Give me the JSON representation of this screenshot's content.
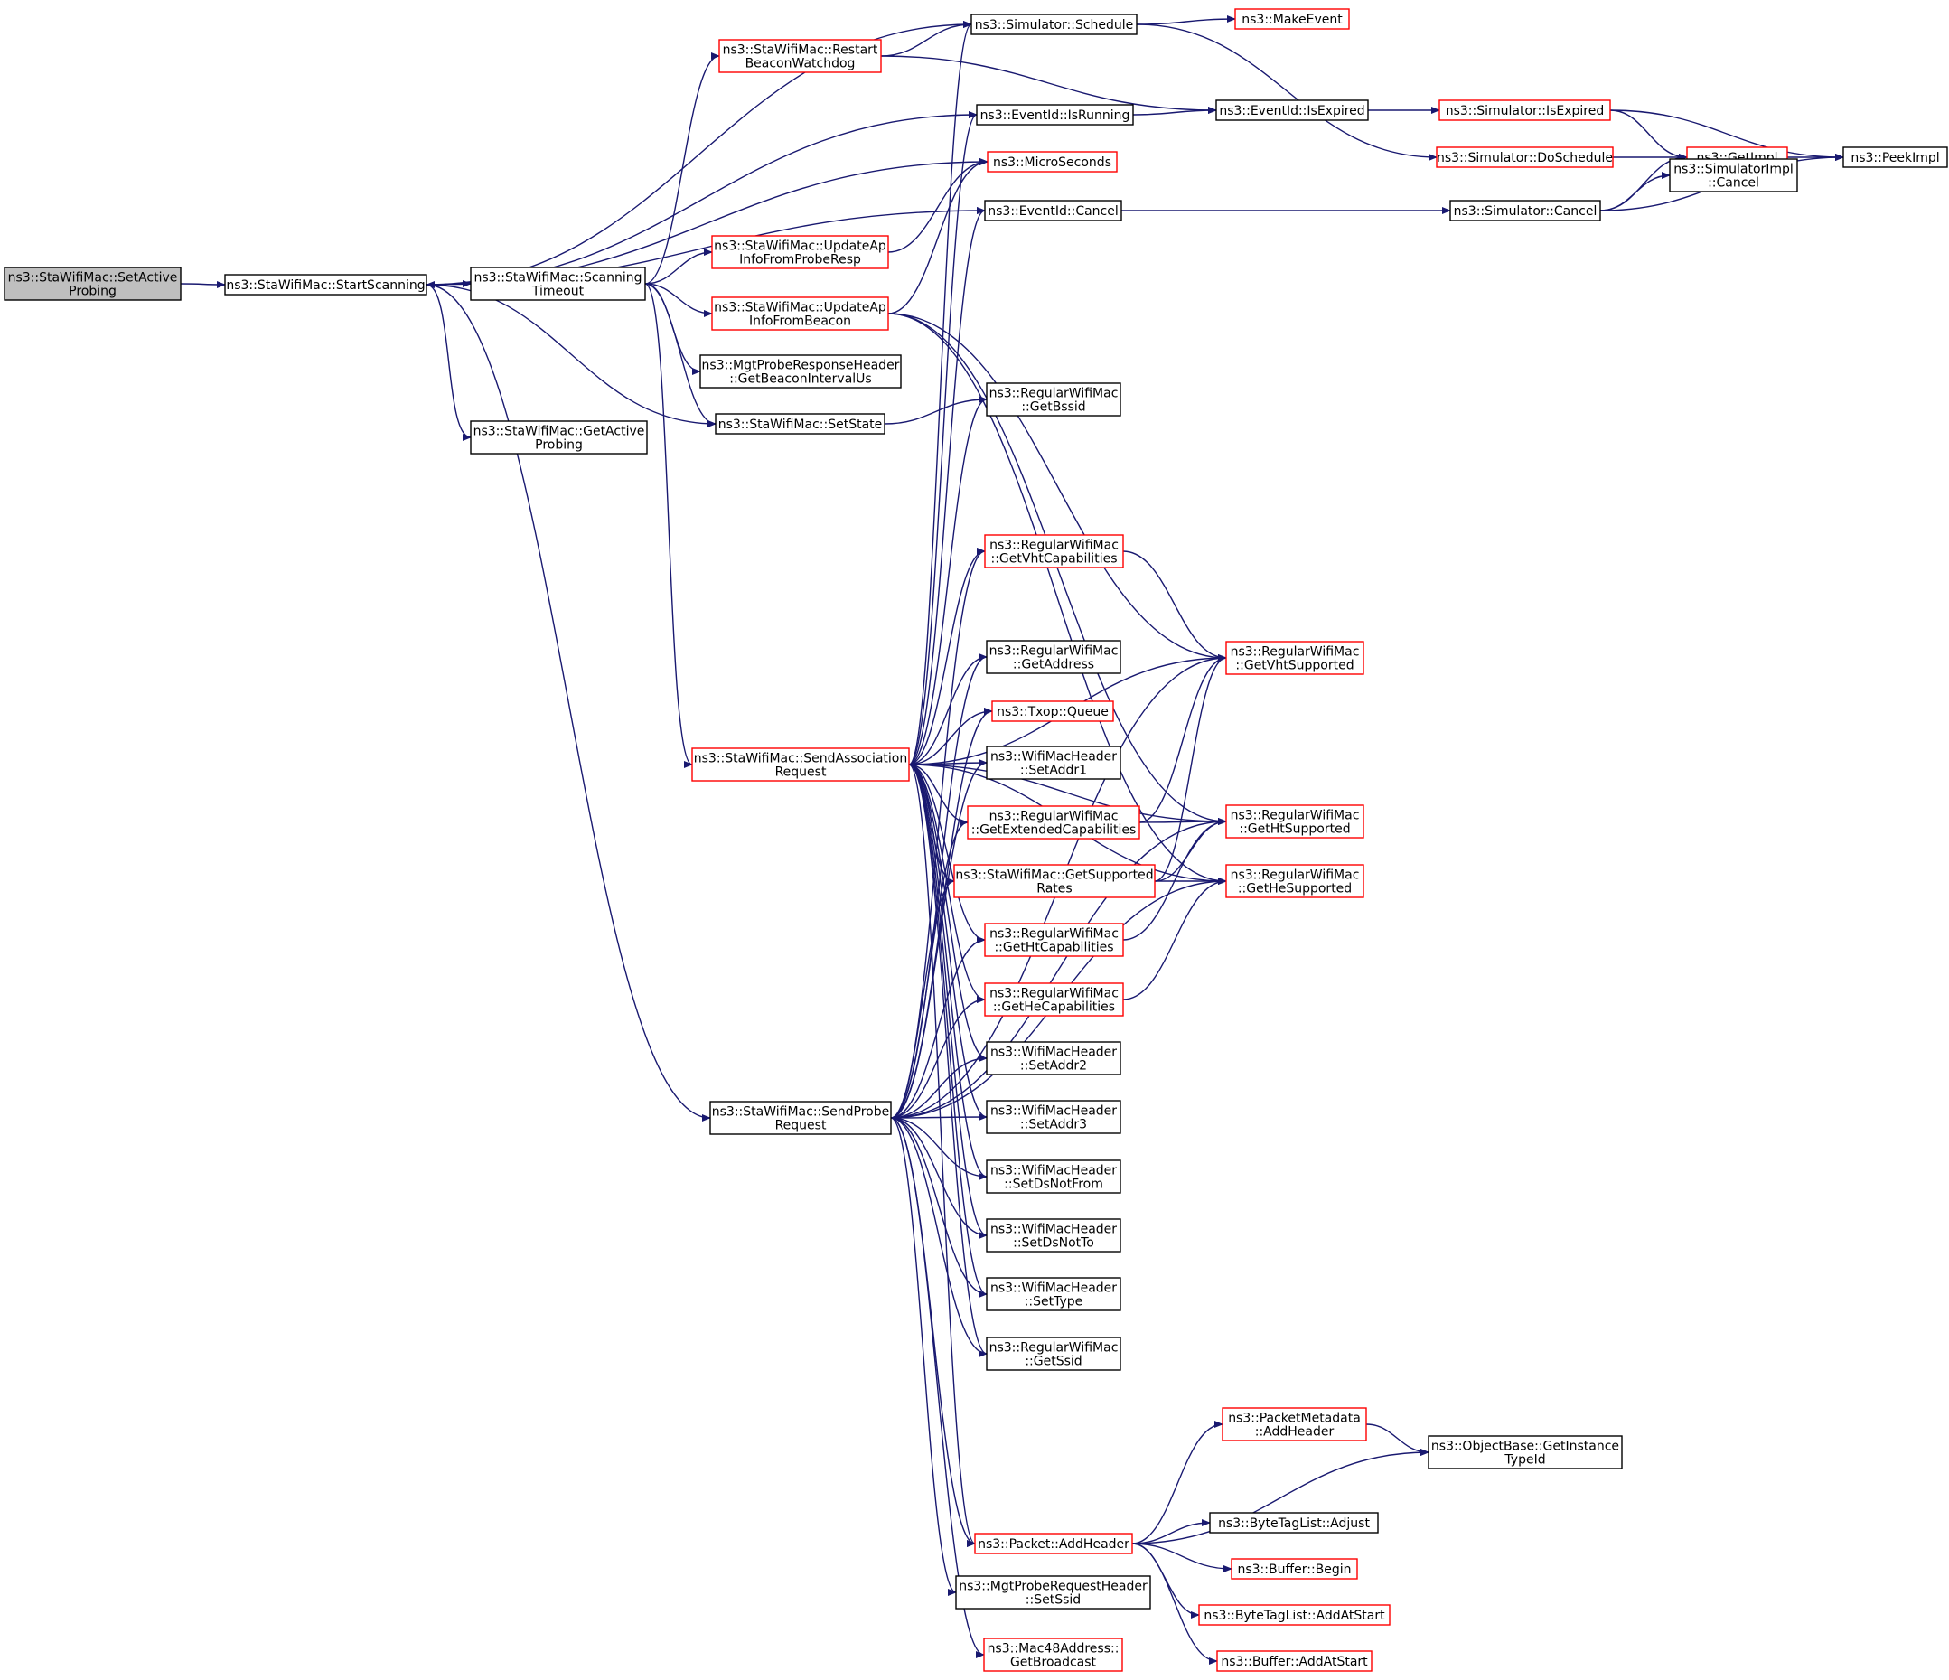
{
  "colors": {
    "edge": "#191970",
    "border_normal": "#000000",
    "border_truncated": "#ff0000",
    "fill_root": "#bfbfbf",
    "fill_node": "#ffffff"
  },
  "nodes": [
    {
      "id": "setActive",
      "lines": [
        "ns3::StaWifiMac::SetActive",
        "Probing"
      ],
      "style": "root"
    },
    {
      "id": "startScanning",
      "lines": [
        "ns3::StaWifiMac::StartScanning"
      ],
      "style": "normal"
    },
    {
      "id": "scanningTimeout",
      "lines": [
        "ns3::StaWifiMac::Scanning",
        "Timeout"
      ],
      "style": "normal"
    },
    {
      "id": "getActiveProbing",
      "lines": [
        "ns3::StaWifiMac::GetActive",
        "Probing"
      ],
      "style": "normal"
    },
    {
      "id": "restartBeacon",
      "lines": [
        "ns3::StaWifiMac::Restart",
        "BeaconWatchdog"
      ],
      "style": "truncated"
    },
    {
      "id": "updProbeResp",
      "lines": [
        "ns3::StaWifiMac::UpdateAp",
        "InfoFromProbeResp"
      ],
      "style": "truncated"
    },
    {
      "id": "updBeacon",
      "lines": [
        "ns3::StaWifiMac::UpdateAp",
        "InfoFromBeacon"
      ],
      "style": "truncated"
    },
    {
      "id": "mgtProbeBI",
      "lines": [
        "ns3::MgtProbeResponseHeader",
        "::GetBeaconIntervalUs"
      ],
      "style": "normal"
    },
    {
      "id": "setState",
      "lines": [
        "ns3::StaWifiMac::SetState"
      ],
      "style": "normal"
    },
    {
      "id": "sendAssoc",
      "lines": [
        "ns3::StaWifiMac::SendAssociation",
        "Request"
      ],
      "style": "truncated"
    },
    {
      "id": "sendProbe",
      "lines": [
        "ns3::StaWifiMac::SendProbe",
        "Request"
      ],
      "style": "normal"
    },
    {
      "id": "schedule",
      "lines": [
        "ns3::Simulator::Schedule"
      ],
      "style": "normal"
    },
    {
      "id": "makeEvent",
      "lines": [
        "ns3::MakeEvent"
      ],
      "style": "truncated"
    },
    {
      "id": "isRunning",
      "lines": [
        "ns3::EventId::IsRunning"
      ],
      "style": "normal"
    },
    {
      "id": "isExpiredE",
      "lines": [
        "ns3::EventId::IsExpired"
      ],
      "style": "normal"
    },
    {
      "id": "microSeconds",
      "lines": [
        "ns3::MicroSeconds"
      ],
      "style": "truncated"
    },
    {
      "id": "cancelE",
      "lines": [
        "ns3::EventId::Cancel"
      ],
      "style": "normal"
    },
    {
      "id": "getBssid",
      "lines": [
        "ns3::RegularWifiMac",
        "::GetBssid"
      ],
      "style": "normal"
    },
    {
      "id": "getVhtCap",
      "lines": [
        "ns3::RegularWifiMac",
        "::GetVhtCapabilities"
      ],
      "style": "truncated"
    },
    {
      "id": "getAddress",
      "lines": [
        "ns3::RegularWifiMac",
        "::GetAddress"
      ],
      "style": "normal"
    },
    {
      "id": "txopQueue",
      "lines": [
        "ns3::Txop::Queue"
      ],
      "style": "truncated"
    },
    {
      "id": "setAddr1",
      "lines": [
        "ns3::WifiMacHeader",
        "::SetAddr1"
      ],
      "style": "normal"
    },
    {
      "id": "getExtCap",
      "lines": [
        "ns3::RegularWifiMac",
        "::GetExtendedCapabilities"
      ],
      "style": "truncated"
    },
    {
      "id": "getSuppRates",
      "lines": [
        "ns3::StaWifiMac::GetSupported",
        "Rates"
      ],
      "style": "truncated"
    },
    {
      "id": "getHtCap",
      "lines": [
        "ns3::RegularWifiMac",
        "::GetHtCapabilities"
      ],
      "style": "truncated"
    },
    {
      "id": "getHeCap",
      "lines": [
        "ns3::RegularWifiMac",
        "::GetHeCapabilities"
      ],
      "style": "truncated"
    },
    {
      "id": "setAddr2",
      "lines": [
        "ns3::WifiMacHeader",
        "::SetAddr2"
      ],
      "style": "normal"
    },
    {
      "id": "setAddr3",
      "lines": [
        "ns3::WifiMacHeader",
        "::SetAddr3"
      ],
      "style": "normal"
    },
    {
      "id": "setDsNotFrom",
      "lines": [
        "ns3::WifiMacHeader",
        "::SetDsNotFrom"
      ],
      "style": "normal"
    },
    {
      "id": "setDsNotTo",
      "lines": [
        "ns3::WifiMacHeader",
        "::SetDsNotTo"
      ],
      "style": "normal"
    },
    {
      "id": "setType",
      "lines": [
        "ns3::WifiMacHeader",
        "::SetType"
      ],
      "style": "normal"
    },
    {
      "id": "getSsid",
      "lines": [
        "ns3::RegularWifiMac",
        "::GetSsid"
      ],
      "style": "normal"
    },
    {
      "id": "pktAddHeader",
      "lines": [
        "ns3::Packet::AddHeader"
      ],
      "style": "truncated"
    },
    {
      "id": "mgtProbeReqSsid",
      "lines": [
        "ns3::MgtProbeRequestHeader",
        "::SetSsid"
      ],
      "style": "normal"
    },
    {
      "id": "mac48Bcast",
      "lines": [
        "ns3::Mac48Address::",
        "GetBroadcast"
      ],
      "style": "truncated"
    },
    {
      "id": "simIsExpired",
      "lines": [
        "ns3::Simulator::IsExpired"
      ],
      "style": "truncated"
    },
    {
      "id": "doSchedule",
      "lines": [
        "ns3::Simulator::DoSchedule"
      ],
      "style": "truncated"
    },
    {
      "id": "simCancel",
      "lines": [
        "ns3::Simulator::Cancel"
      ],
      "style": "normal"
    },
    {
      "id": "getVhtSupp",
      "lines": [
        "ns3::RegularWifiMac",
        "::GetVhtSupported"
      ],
      "style": "truncated"
    },
    {
      "id": "getHtSupp",
      "lines": [
        "ns3::RegularWifiMac",
        "::GetHtSupported"
      ],
      "style": "truncated"
    },
    {
      "id": "getHeSupp",
      "lines": [
        "ns3::RegularWifiMac",
        "::GetHeSupported"
      ],
      "style": "truncated"
    },
    {
      "id": "pmAddHeader",
      "lines": [
        "ns3::PacketMetadata",
        "::AddHeader"
      ],
      "style": "truncated"
    },
    {
      "id": "btlAdjust",
      "lines": [
        "ns3::ByteTagList::Adjust"
      ],
      "style": "normal"
    },
    {
      "id": "bufBegin",
      "lines": [
        "ns3::Buffer::Begin"
      ],
      "style": "truncated"
    },
    {
      "id": "btlAddAtStart",
      "lines": [
        "ns3::ByteTagList::AddAtStart"
      ],
      "style": "truncated"
    },
    {
      "id": "bufAddAtStart",
      "lines": [
        "ns3::Buffer::AddAtStart"
      ],
      "style": "truncated"
    },
    {
      "id": "getImpl",
      "lines": [
        "ns3::GetImpl"
      ],
      "style": "truncated"
    },
    {
      "id": "simImplCancel",
      "lines": [
        "ns3::SimulatorImpl",
        "::Cancel"
      ],
      "style": "normal"
    },
    {
      "id": "objGetInst",
      "lines": [
        "ns3::ObjectBase::GetInstance",
        "TypeId"
      ],
      "style": "normal"
    },
    {
      "id": "peekImpl",
      "lines": [
        "ns3::PeekImpl"
      ],
      "style": "normal"
    }
  ],
  "edges": [
    [
      "setActive",
      "startScanning"
    ],
    [
      "startScanning",
      "scanningTimeout"
    ],
    [
      "scanningTimeout",
      "startScanning"
    ],
    [
      "startScanning",
      "getActiveProbing"
    ],
    [
      "startScanning",
      "schedule"
    ],
    [
      "startScanning",
      "isRunning"
    ],
    [
      "startScanning",
      "microSeconds"
    ],
    [
      "startScanning",
      "cancelE"
    ],
    [
      "startScanning",
      "setState"
    ],
    [
      "startScanning",
      "sendProbe"
    ],
    [
      "scanningTimeout",
      "restartBeacon"
    ],
    [
      "scanningTimeout",
      "updProbeResp"
    ],
    [
      "scanningTimeout",
      "updBeacon"
    ],
    [
      "scanningTimeout",
      "mgtProbeBI"
    ],
    [
      "scanningTimeout",
      "setState"
    ],
    [
      "scanningTimeout",
      "sendAssoc"
    ],
    [
      "restartBeacon",
      "schedule"
    ],
    [
      "restartBeacon",
      "isExpiredE"
    ],
    [
      "updProbeResp",
      "microSeconds"
    ],
    [
      "updBeacon",
      "microSeconds"
    ],
    [
      "updBeacon",
      "getVhtSupp"
    ],
    [
      "updBeacon",
      "getHtSupp"
    ],
    [
      "updBeacon",
      "getHeSupp"
    ],
    [
      "setState",
      "getBssid"
    ],
    [
      "sendAssoc",
      "schedule"
    ],
    [
      "sendAssoc",
      "isRunning"
    ],
    [
      "sendAssoc",
      "cancelE"
    ],
    [
      "sendAssoc",
      "getBssid"
    ],
    [
      "sendAssoc",
      "getVhtCap"
    ],
    [
      "sendAssoc",
      "getAddress"
    ],
    [
      "sendAssoc",
      "txopQueue"
    ],
    [
      "sendAssoc",
      "setAddr1"
    ],
    [
      "sendAssoc",
      "getExtCap"
    ],
    [
      "sendAssoc",
      "getSuppRates"
    ],
    [
      "sendAssoc",
      "getHtCap"
    ],
    [
      "sendAssoc",
      "getHeCap"
    ],
    [
      "sendAssoc",
      "setAddr2"
    ],
    [
      "sendAssoc",
      "setAddr3"
    ],
    [
      "sendAssoc",
      "setDsNotFrom"
    ],
    [
      "sendAssoc",
      "setDsNotTo"
    ],
    [
      "sendAssoc",
      "setType"
    ],
    [
      "sendAssoc",
      "getSsid"
    ],
    [
      "sendAssoc",
      "pktAddHeader"
    ],
    [
      "sendAssoc",
      "getVhtSupp"
    ],
    [
      "sendAssoc",
      "getHtSupp"
    ],
    [
      "sendAssoc",
      "getHeSupp"
    ],
    [
      "sendProbe",
      "getAddress"
    ],
    [
      "sendProbe",
      "txopQueue"
    ],
    [
      "sendProbe",
      "setAddr1"
    ],
    [
      "sendProbe",
      "getExtCap"
    ],
    [
      "sendProbe",
      "getSuppRates"
    ],
    [
      "sendProbe",
      "getHtCap"
    ],
    [
      "sendProbe",
      "getHeCap"
    ],
    [
      "sendProbe",
      "setAddr2"
    ],
    [
      "sendProbe",
      "setAddr3"
    ],
    [
      "sendProbe",
      "setDsNotFrom"
    ],
    [
      "sendProbe",
      "setDsNotTo"
    ],
    [
      "sendProbe",
      "setType"
    ],
    [
      "sendProbe",
      "getSsid"
    ],
    [
      "sendProbe",
      "pktAddHeader"
    ],
    [
      "sendProbe",
      "mgtProbeReqSsid"
    ],
    [
      "sendProbe",
      "mac48Bcast"
    ],
    [
      "sendProbe",
      "getVhtCap"
    ],
    [
      "sendProbe",
      "getVhtSupp"
    ],
    [
      "sendProbe",
      "getHtSupp"
    ],
    [
      "sendProbe",
      "getHeSupp"
    ],
    [
      "schedule",
      "makeEvent"
    ],
    [
      "schedule",
      "doSchedule"
    ],
    [
      "isRunning",
      "isExpiredE"
    ],
    [
      "isExpiredE",
      "simIsExpired"
    ],
    [
      "cancelE",
      "simCancel"
    ],
    [
      "getVhtCap",
      "getVhtSupp"
    ],
    [
      "getExtCap",
      "getVhtSupp"
    ],
    [
      "getExtCap",
      "getHtSupp"
    ],
    [
      "getSuppRates",
      "getVhtSupp"
    ],
    [
      "getSuppRates",
      "getHtSupp"
    ],
    [
      "getSuppRates",
      "getHeSupp"
    ],
    [
      "getHtCap",
      "getHtSupp"
    ],
    [
      "getHeCap",
      "getHeSupp"
    ],
    [
      "simIsExpired",
      "getImpl"
    ],
    [
      "simIsExpired",
      "peekImpl"
    ],
    [
      "doSchedule",
      "getImpl"
    ],
    [
      "simCancel",
      "getImpl"
    ],
    [
      "simCancel",
      "simImplCancel"
    ],
    [
      "simCancel",
      "peekImpl"
    ],
    [
      "getImpl",
      "peekImpl"
    ],
    [
      "pktAddHeader",
      "pmAddHeader"
    ],
    [
      "pktAddHeader",
      "objGetInst"
    ],
    [
      "pktAddHeader",
      "btlAdjust"
    ],
    [
      "pktAddHeader",
      "bufBegin"
    ],
    [
      "pktAddHeader",
      "btlAddAtStart"
    ],
    [
      "pktAddHeader",
      "bufAddAtStart"
    ],
    [
      "pmAddHeader",
      "objGetInst"
    ]
  ]
}
